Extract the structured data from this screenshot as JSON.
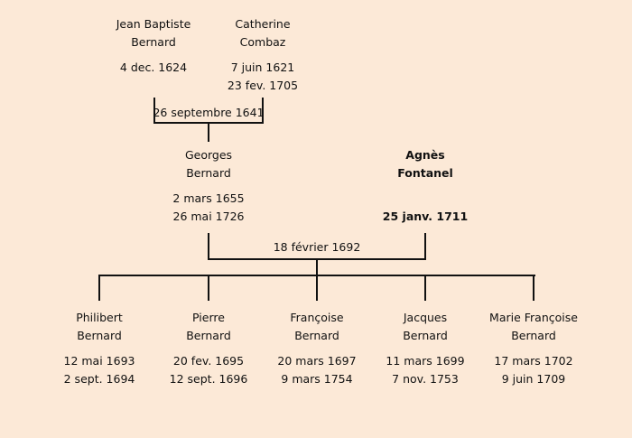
{
  "grandparents": [
    {
      "first": "Jean Baptiste",
      "last": "Bernard",
      "birth": "4 dec. 1624",
      "death": ""
    },
    {
      "first": "Catherine",
      "last": "Combaz",
      "birth": "7 juin 1621",
      "death": "23 fev. 1705"
    }
  ],
  "grandparents_marriage": "26 septembre 1641",
  "parents": [
    {
      "first": "Georges",
      "last": "Bernard",
      "birth": "2 mars 1655",
      "death": "26 mai 1726"
    },
    {
      "first": "Agnès",
      "last": "Fontanel",
      "birth": "",
      "death": "25 janv. 1711"
    }
  ],
  "parents_marriage": "18 février 1692",
  "children": [
    {
      "first": "Philibert",
      "last": "Bernard",
      "birth": "12 mai 1693",
      "death": "2 sept. 1694"
    },
    {
      "first": "Pierre",
      "last": "Bernard",
      "birth": "20 fev. 1695",
      "death": "12 sept. 1696"
    },
    {
      "first": "Françoise",
      "last": "Bernard",
      "birth": "20 mars 1697",
      "death": "9 mars 1754"
    },
    {
      "first": "Jacques",
      "last": "Bernard",
      "birth": "11 mars 1699",
      "death": "7 nov. 1753"
    },
    {
      "first": "Marie Françoise",
      "last": "Bernard",
      "birth": "17 mars 1702",
      "death": "9 juin 1709"
    }
  ]
}
